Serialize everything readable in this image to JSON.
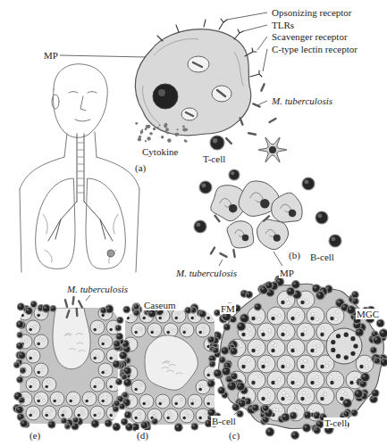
{
  "diagram": {
    "labels": [
      "MP",
      "Opsonizing receptor",
      "TLRs",
      "Scavenger receptor",
      "C-type lectin receptor",
      "M. tuberculosis",
      "Cytokine",
      "T-cell",
      "(a)",
      "(b)",
      "B-cell",
      "M. tuberculosis",
      "MP",
      "M. tuberculosis",
      "Caseum",
      "FM",
      "MGC",
      "B-cell",
      "T-cell",
      "(e)",
      "(d)",
      "(c)"
    ]
  }
}
